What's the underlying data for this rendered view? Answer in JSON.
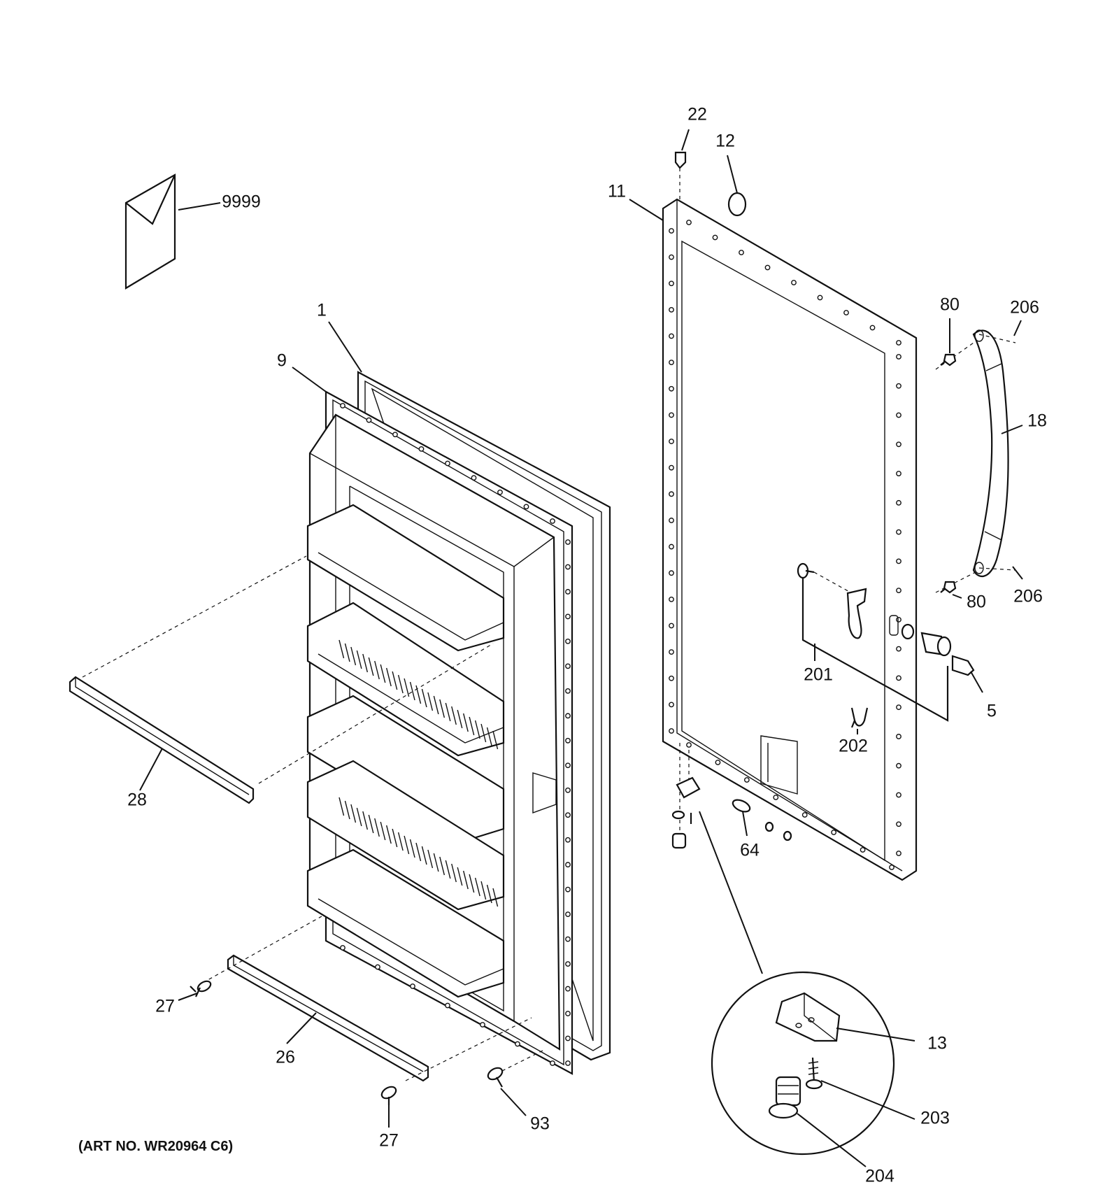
{
  "diagram": {
    "caption": "(ART NO. WR20964 C6)",
    "callouts": [
      {
        "id": "9999",
        "text": "9999"
      },
      {
        "id": "1",
        "text": "1"
      },
      {
        "id": "9",
        "text": "9"
      },
      {
        "id": "28",
        "text": "28"
      },
      {
        "id": "26",
        "text": "26"
      },
      {
        "id": "27a",
        "text": "27"
      },
      {
        "id": "27b",
        "text": "27"
      },
      {
        "id": "93",
        "text": "93"
      },
      {
        "id": "22",
        "text": "22"
      },
      {
        "id": "12",
        "text": "12"
      },
      {
        "id": "11",
        "text": "11"
      },
      {
        "id": "80a",
        "text": "80"
      },
      {
        "id": "206a",
        "text": "206"
      },
      {
        "id": "18",
        "text": "18"
      },
      {
        "id": "80b",
        "text": "80"
      },
      {
        "id": "206b",
        "text": "206"
      },
      {
        "id": "201",
        "text": "201"
      },
      {
        "id": "5",
        "text": "5"
      },
      {
        "id": "202",
        "text": "202"
      },
      {
        "id": "64",
        "text": "64"
      },
      {
        "id": "13",
        "text": "13"
      },
      {
        "id": "203",
        "text": "203"
      },
      {
        "id": "204",
        "text": "204"
      }
    ]
  }
}
